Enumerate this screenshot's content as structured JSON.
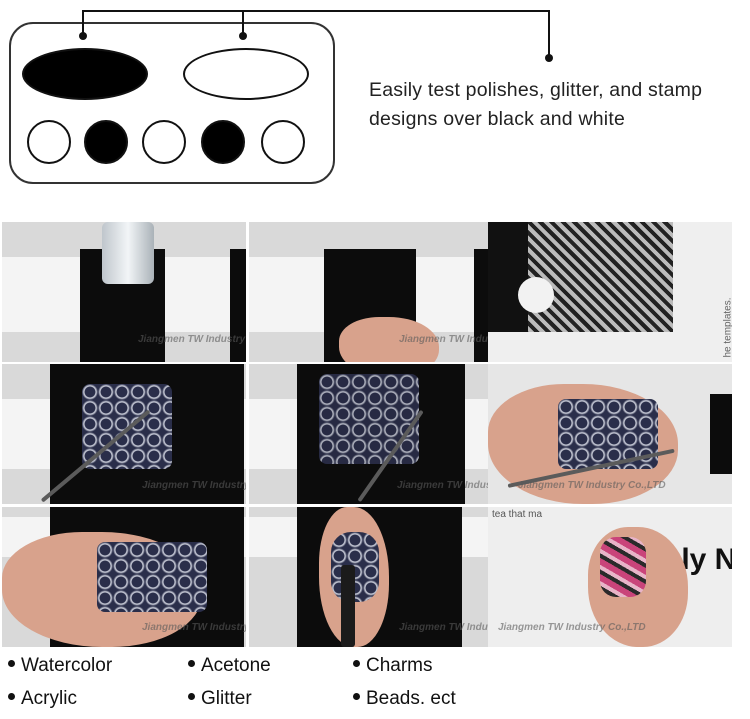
{
  "caption": {
    "line1": "Easily test polishes, glitter, and stamp",
    "line2": "designs over black and white"
  },
  "watermark": "Jiangmen TW Industry Co.,LTD",
  "photo_side_text": "he templates.",
  "photo_top_text": "tea that ma",
  "photo_logo_text": "ply Ne",
  "features": {
    "col1": [
      "Watercolor",
      "Acrylic"
    ],
    "col2": [
      "Acetone",
      "Glitter"
    ],
    "col3": [
      "Charms",
      "Beads. ect"
    ]
  },
  "colors": {
    "black": "#000000",
    "white": "#ffffff",
    "skin": "#d8a28c",
    "stamp_pattern": "#2a2e4a"
  }
}
